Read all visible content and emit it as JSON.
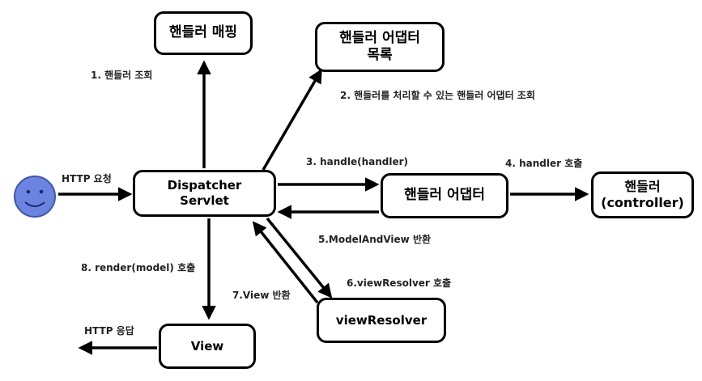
{
  "boxes": {
    "handler_mapping": "핸들러 매핑",
    "adapter_list_1": "핸들러 어댑터",
    "adapter_list_2": "목록",
    "dispatcher_1": "Dispatcher",
    "dispatcher_2": "Servlet",
    "handler_adapter": "핸들러 어댑터",
    "handler_1": "핸들러",
    "handler_2": "(controller)",
    "view_resolver": "viewResolver",
    "view": "View"
  },
  "labels": {
    "http_request": "HTTP 요청",
    "step1": "1. 핸들러 조회",
    "step2": "2. 핸들러를 처리할 수 있는 핸들러 어댑터 조회",
    "step3": "3. handle(handler)",
    "step4": "4. handler 호출",
    "step5": "5.ModelAndView 반환",
    "step6": "6.viewResolver 호출",
    "step7": "7.View 반환",
    "step8": "8. render(model) 호출",
    "http_response": "HTTP 응답"
  },
  "colors": {
    "client_fill": "#6a84e0",
    "client_stroke": "#3d56b0",
    "line": "#000000"
  },
  "icons": {
    "client": "smiley-face-icon"
  }
}
